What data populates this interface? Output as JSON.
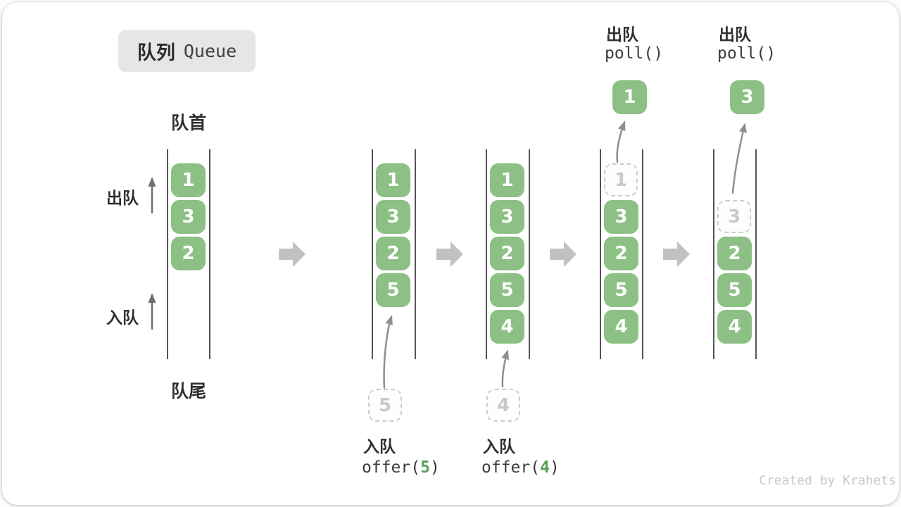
{
  "title": {
    "zh": "队列",
    "en": "Queue"
  },
  "labels": {
    "front": "队首",
    "rear": "队尾",
    "dequeue_side": "出队",
    "enqueue_side": "入队"
  },
  "stages": [
    {
      "boxes": [
        "1",
        "3",
        "2"
      ]
    },
    {
      "boxes": [
        "1",
        "3",
        "2",
        "5"
      ],
      "pending": "5",
      "op_label": "入队",
      "code_pre": "offer(",
      "code_arg": "5",
      "code_post": ")"
    },
    {
      "boxes": [
        "1",
        "3",
        "2",
        "5",
        "4"
      ],
      "pending": "4",
      "op_label": "入队",
      "code_pre": "offer(",
      "code_arg": "4",
      "code_post": ")"
    },
    {
      "ghost": "1",
      "boxes": [
        "3",
        "2",
        "5",
        "4"
      ],
      "op_label": "出队",
      "code": "poll()",
      "extracted": "1"
    },
    {
      "ghost": "3",
      "boxes": [
        "2",
        "5",
        "4"
      ],
      "op_label": "出队",
      "code": "poll()",
      "extracted": "3"
    }
  ],
  "watermark": "Created by Krahets",
  "colors": {
    "box_green": "#8CC084",
    "accent_green": "#56a155",
    "wall_gray": "#545454",
    "flow_arrow_gray": "#c1c1c1",
    "curve_arrow_gray": "#8f8f8f",
    "ghost_gray": "#c9c9c9",
    "badge_bg": "#e6e6e6",
    "text_dark": "#2f2f2f",
    "watermark_gray": "#c9c9c9"
  }
}
